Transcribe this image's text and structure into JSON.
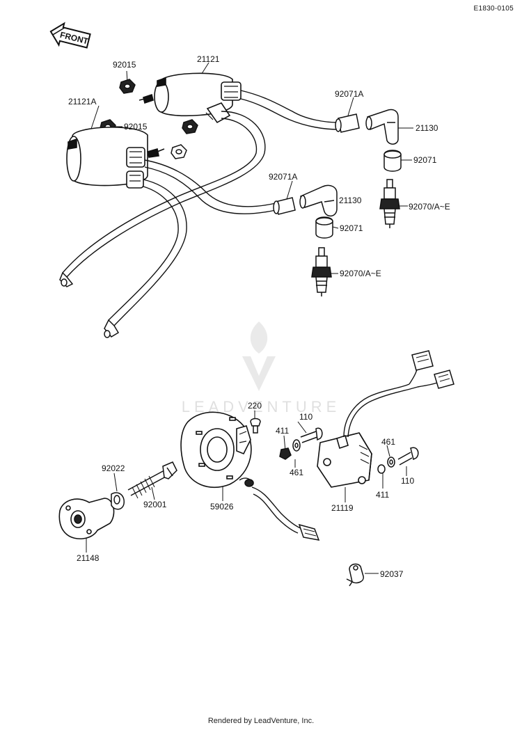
{
  "header": {
    "diagram_ref": "E1830-0105"
  },
  "front_badge": "FRONT",
  "watermark": "LEADVENTURE",
  "footer": "Rendered by LeadVenture, Inc.",
  "part_labels": {
    "p21121": "21121",
    "p92015_top": "92015",
    "p21121A": "21121A",
    "p92015_left": "92015",
    "p92071A_a": "92071A",
    "p21130_a": "21130",
    "p92071_a": "92071",
    "p92071A_b": "92071A",
    "p21130_b": "21130",
    "p92070_a": "92070/A~E",
    "p92071_b": "92071",
    "p92070_b": "92070/A~E",
    "p220": "220",
    "p411_a": "411",
    "p110_a": "110",
    "p461_a": "461",
    "p461_b": "461",
    "p110_b": "110",
    "p411_b": "411",
    "p21119": "21119",
    "p92022": "92022",
    "p92001": "92001",
    "p59026": "59026",
    "p21148": "21148",
    "p92037": "92037"
  }
}
